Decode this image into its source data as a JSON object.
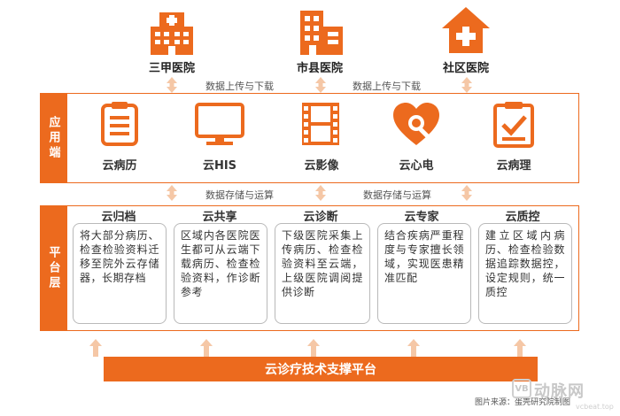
{
  "colors": {
    "accent": "#ec6a1e",
    "arrow": "#f5c7a6",
    "box_border": "#b9b9b9"
  },
  "hospitals": [
    {
      "label": "三甲医院",
      "icon": "hospital-building-icon"
    },
    {
      "label": "市县医院",
      "icon": "city-building-icon"
    },
    {
      "label": "社区医院",
      "icon": "clinic-house-icon"
    }
  ],
  "flows": {
    "upload_left": "数据上传与下载",
    "upload_right": "数据上传与下载",
    "storage_left": "数据存储与运算",
    "storage_right": "数据存储与运算"
  },
  "app_layer": {
    "label": "应用端",
    "apps": [
      {
        "label": "云病历",
        "icon": "clipboard-icon"
      },
      {
        "label": "云HIS",
        "icon": "monitor-icon"
      },
      {
        "label": "云影像",
        "icon": "film-strip-icon"
      },
      {
        "label": "云心电",
        "icon": "heart-search-icon"
      },
      {
        "label": "云病理",
        "icon": "checklist-icon"
      }
    ]
  },
  "platform_layer": {
    "label": "平台层",
    "services": [
      {
        "title": "云归档",
        "text": "将大部分病历、检查检验资料迁移至院外云存储器，长期存档"
      },
      {
        "title": "云共享",
        "text": "区域内各医院医生都可从云端下载病历、检查检验资料，作诊断参考"
      },
      {
        "title": "云诊断",
        "text": "下级医院采集上传病历、检查检验资料至云端，上级医院调阅提供诊断"
      },
      {
        "title": "云专家",
        "text": "结合疾病严重程度与专家擅长领域，实现医患精准匹配"
      },
      {
        "title": "云质控",
        "text": "建立区域内病历、检查检验数据追踪数据控，设定规则，统一质控"
      }
    ]
  },
  "platform_bar": "云诊疗技术支撑平台",
  "credit": "图片来源：蛋壳研究院制图",
  "watermark": {
    "brand": "动脉网",
    "site": "vcbeat.top",
    "badge": "VB"
  }
}
